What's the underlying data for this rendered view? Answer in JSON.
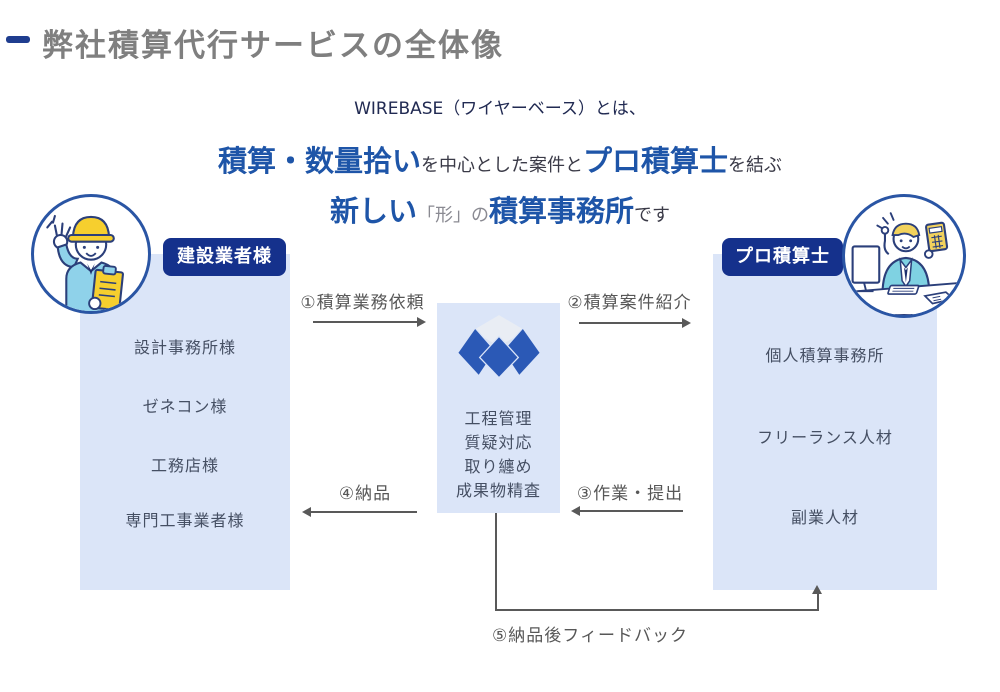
{
  "page": {
    "title": "弊社積算代行サービスの全体像"
  },
  "intro": {
    "line1": "WIREBASE（ワイヤーベース）とは、",
    "line2_strong1": "積算・数量拾い",
    "line2_text1": "を中心とした案件と",
    "line2_strong2": "プロ積算士",
    "line2_text2": "を結ぶ",
    "line3_strong1": "新しい",
    "line3_gray1": "「形」",
    "line3_gray2": "の",
    "line3_strong2": "積算事務所",
    "line3_text1": "です"
  },
  "left_group": {
    "badge": "建設業者様",
    "illustration": "construction-worker",
    "items": [
      "設計事務所様",
      "ゼネコン様",
      "工務店様",
      "専門工事業者様"
    ]
  },
  "center": {
    "logo": "wirebase-logo",
    "items": [
      "工程管理",
      "質疑対応",
      "取り纏め",
      "成果物精査"
    ]
  },
  "right_group": {
    "badge": "プロ積算士",
    "illustration": "professional-estimator",
    "items": [
      "個人積算事務所",
      "フリーランス人材",
      "副業人材"
    ]
  },
  "flows": {
    "step1": "①積算業務依頼",
    "step2": "②積算案件紹介",
    "step3": "③作業・提出",
    "step4": "④納品",
    "step5": "⑤納品後フィードバック"
  },
  "colors": {
    "accent_navy": "#15318c",
    "highlight_blue": "#1e55a8",
    "panel_blue": "#dbe5f8",
    "title_gray": "#7f7f7f",
    "arrow_gray": "#595959",
    "logo_blue": "#2b59b6",
    "circle_border_blue": "#2a55a4"
  }
}
